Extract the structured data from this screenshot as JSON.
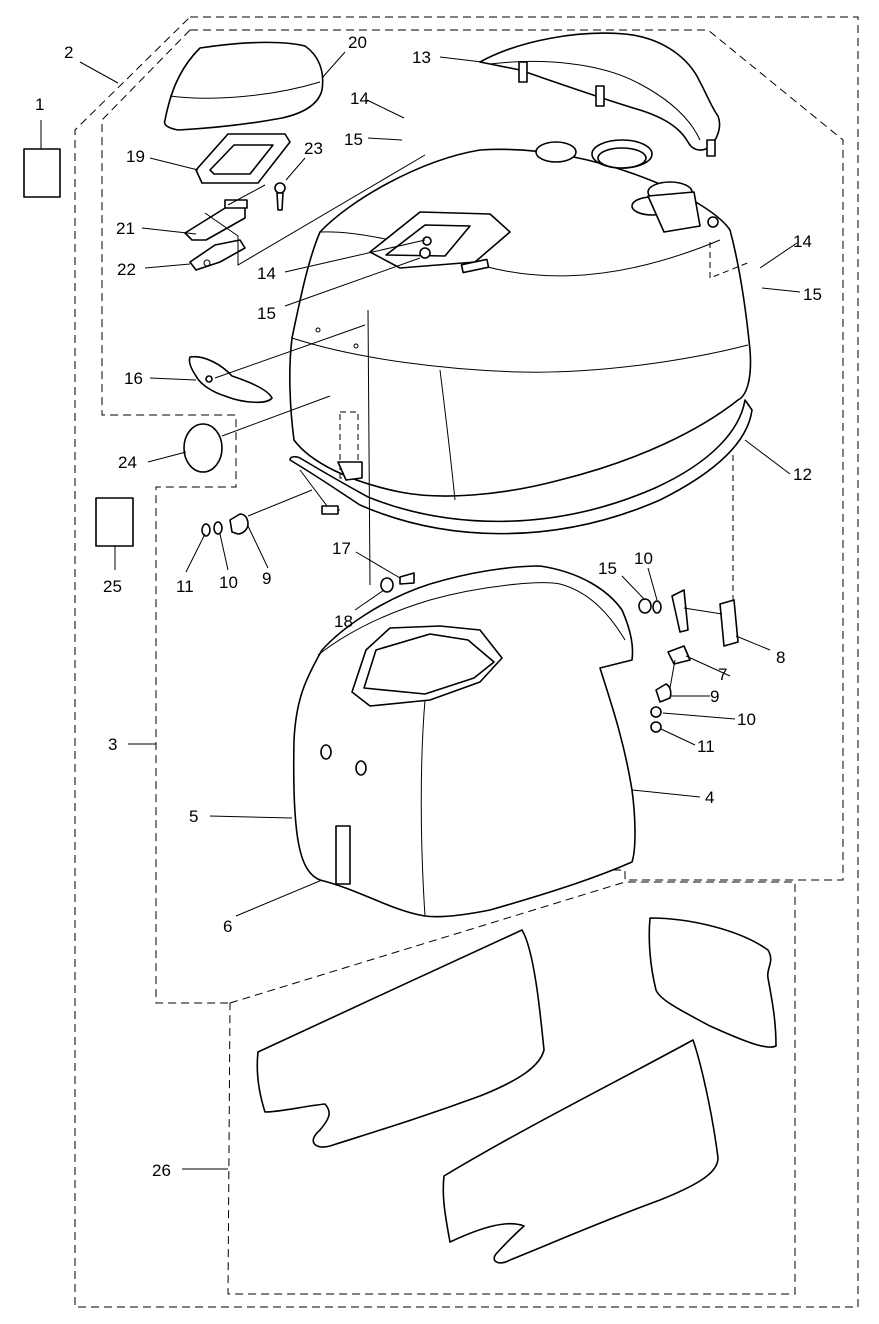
{
  "callouts": [
    {
      "id": "c1",
      "text": "1"
    },
    {
      "id": "c2",
      "text": "2"
    },
    {
      "id": "c20",
      "text": "20"
    },
    {
      "id": "c13",
      "text": "13"
    },
    {
      "id": "c14a",
      "text": "14"
    },
    {
      "id": "c15a",
      "text": "15"
    },
    {
      "id": "c19",
      "text": "19"
    },
    {
      "id": "c23",
      "text": "23"
    },
    {
      "id": "c21",
      "text": "21"
    },
    {
      "id": "c22",
      "text": "22"
    },
    {
      "id": "c14b",
      "text": "14"
    },
    {
      "id": "c15b",
      "text": "15"
    },
    {
      "id": "c14c",
      "text": "14"
    },
    {
      "id": "c15c",
      "text": "15"
    },
    {
      "id": "c16",
      "text": "16"
    },
    {
      "id": "c24",
      "text": "24"
    },
    {
      "id": "c12",
      "text": "12"
    },
    {
      "id": "c25",
      "text": "25"
    },
    {
      "id": "c11a",
      "text": "11"
    },
    {
      "id": "c10a",
      "text": "10"
    },
    {
      "id": "c9a",
      "text": "9"
    },
    {
      "id": "c17",
      "text": "17"
    },
    {
      "id": "c18",
      "text": "18"
    },
    {
      "id": "c15d",
      "text": "15"
    },
    {
      "id": "c10b",
      "text": "10"
    },
    {
      "id": "c8",
      "text": "8"
    },
    {
      "id": "c7",
      "text": "7"
    },
    {
      "id": "c9b",
      "text": "9"
    },
    {
      "id": "c10c",
      "text": "10"
    },
    {
      "id": "c11b",
      "text": "11"
    },
    {
      "id": "c3",
      "text": "3"
    },
    {
      "id": "c4",
      "text": "4"
    },
    {
      "id": "c5",
      "text": "5"
    },
    {
      "id": "c6",
      "text": "6"
    },
    {
      "id": "c26",
      "text": "26"
    }
  ]
}
